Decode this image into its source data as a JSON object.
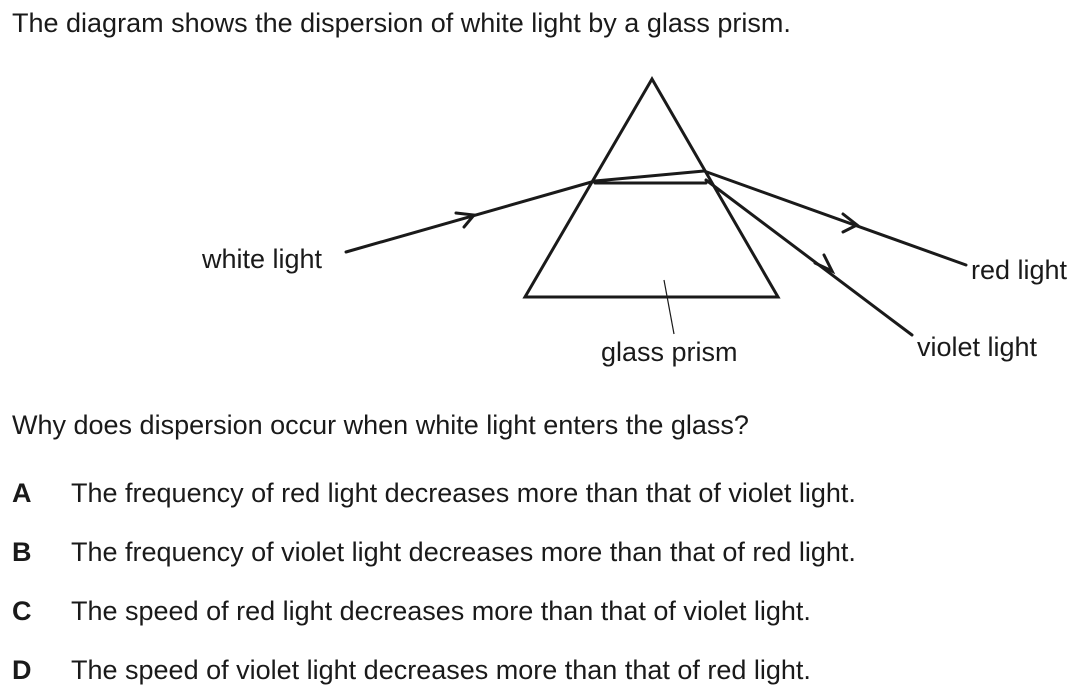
{
  "intro_text": "The diagram shows the dispersion of white light by a glass prism.",
  "diagram": {
    "labels": {
      "white_light": "white light",
      "glass_prism": "glass prism",
      "red_light": "red light",
      "violet_light": "violet light"
    }
  },
  "question": "Why does dispersion occur when white light enters the glass?",
  "options": [
    {
      "letter": "A",
      "text": "The frequency of red light decreases more than that of violet light."
    },
    {
      "letter": "B",
      "text": "The frequency of violet light decreases more than that of red light."
    },
    {
      "letter": "C",
      "text": "The speed of red light decreases more than that of violet light."
    },
    {
      "letter": "D",
      "text": "The speed of violet light decreases more than that of red light."
    }
  ]
}
